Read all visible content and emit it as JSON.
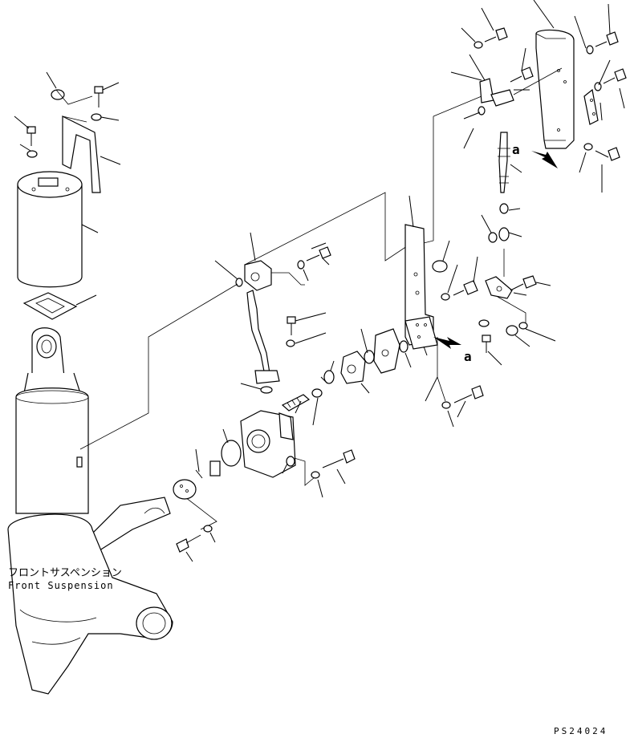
{
  "labels": {
    "front_suspension_jp": "フロントサスペンション",
    "front_suspension_en": "Front Suspension",
    "view_marker_top": "a",
    "view_marker_mid": "a",
    "drawing_code": "PS24024"
  },
  "colors": {
    "ink": "#000000",
    "paper": "#ffffff"
  }
}
